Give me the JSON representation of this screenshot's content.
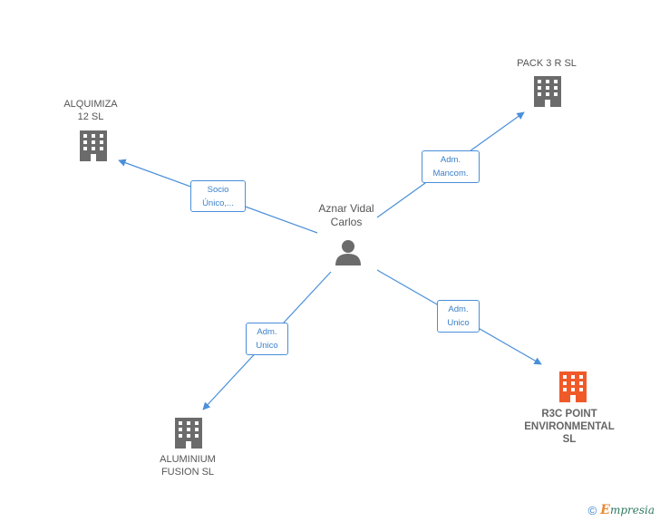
{
  "center": {
    "name": "Aznar Vidal\nCarlos",
    "icon": "person-icon"
  },
  "companies": [
    {
      "id": "pack3r",
      "name": "PACK 3 R SL",
      "icon": "building-icon",
      "color": "#6b6b6b"
    },
    {
      "id": "alquimiza",
      "name": "ALQUIMIZA\n12 SL",
      "icon": "building-icon",
      "color": "#6b6b6b"
    },
    {
      "id": "aluminium",
      "name": "ALUMINIUM\nFUSION SL",
      "icon": "building-icon",
      "color": "#6b6b6b"
    },
    {
      "id": "r3c",
      "name": "R3C POINT\nENVIRONMENTAL\nSL",
      "icon": "building-icon",
      "color": "#f05a28"
    }
  ],
  "relations": [
    {
      "to": "pack3r",
      "label": "Adm.\nMancom."
    },
    {
      "to": "alquimiza",
      "label": "Socio\nÚnico,..."
    },
    {
      "to": "aluminium",
      "label": "Adm.\nUnico"
    },
    {
      "to": "r3c",
      "label": "Adm.\nUnico"
    }
  ],
  "colors": {
    "edge": "#4a8fd9",
    "building": "#6b6b6b",
    "building_highlight": "#f05a28",
    "person": "#6b6b6b"
  },
  "footer": {
    "copyright": "©",
    "brand_initial": "E",
    "brand_rest": "mpresia"
  }
}
